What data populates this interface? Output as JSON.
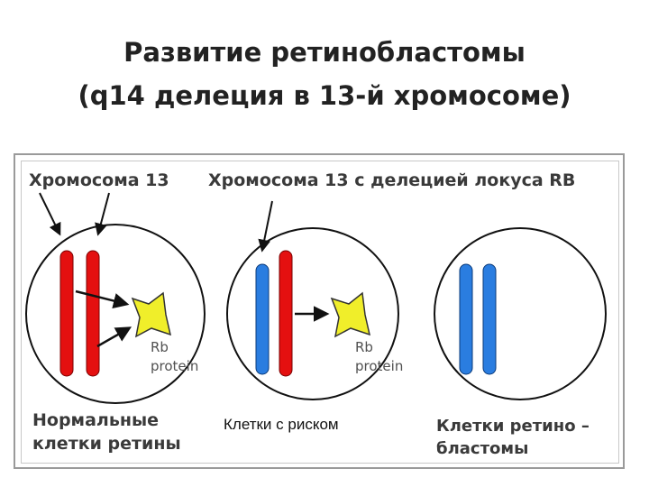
{
  "slide": {
    "title_line1": "Развитие ретинобластомы",
    "title_line2": "(q14 делеция в 13-й хромосоме)"
  },
  "figure": {
    "label_chromosome13": "Хромосома 13",
    "label_chromosome13_deletion": "Хромосома 13 с делецией локуса RB",
    "rb_label_1": "Rb",
    "rb_label_2": "protein",
    "normal_cells_line1": "Нормальные",
    "normal_cells_line2": "клетки ретины",
    "risk_cells": "Клетки с риском",
    "tumor_cells_line1": "Клетки ретино –",
    "tumor_cells_line2": "бластомы",
    "colors": {
      "normal_chromosome": "#e41010",
      "deleted_chromosome": "#2a7de0",
      "rb_protein": "#f0ee2a",
      "cell_outline": "#111111"
    }
  }
}
